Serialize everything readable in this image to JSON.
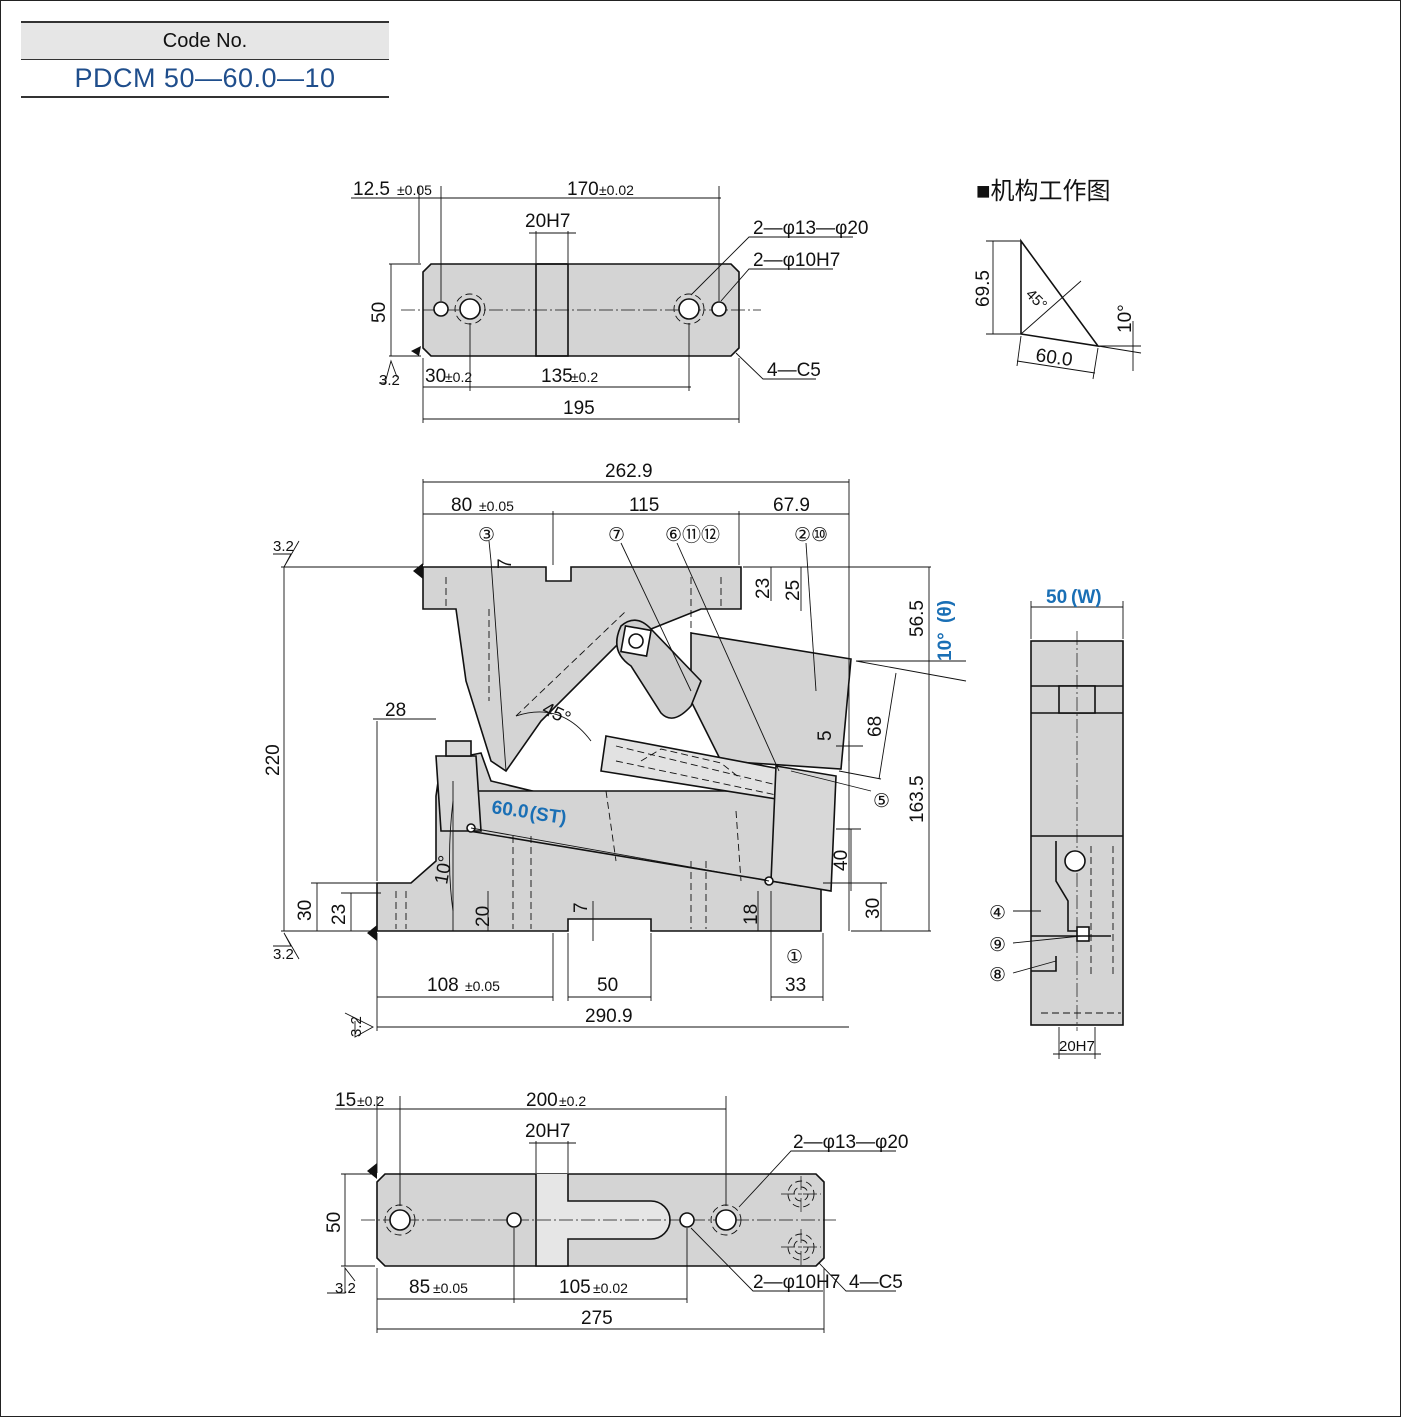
{
  "header": {
    "code_label": "Code No.",
    "code_value": "PDCM 50—60.0—10"
  },
  "mechanism": {
    "title": "■机构工作图",
    "height": "69.5",
    "angle_cam": "45°",
    "angle_slope": "10°",
    "stroke": "60.0"
  },
  "top_view": {
    "d1_val": "12.5",
    "d1_tol": "±0.05",
    "d2_val": "170",
    "d2_tol": "±0.02",
    "fit": "20H7",
    "holes_big": "2—φ13—φ20",
    "holes_small": "2—φ10H7",
    "height": "50",
    "rough": "3.2",
    "d3_val": "30",
    "d3_tol": "±0.2",
    "d4_val": "135",
    "d4_tol": "±0.2",
    "chamfer": "4—C5",
    "length": "195"
  },
  "front_view": {
    "total_top": "262.9",
    "d1_val": "80",
    "d1_tol": "±0.05",
    "d2": "115",
    "d3": "67.9",
    "balloon_3": "③",
    "balloon_7": "⑦",
    "balloon_6_11_12": "⑥⑪⑫",
    "balloon_2_10": "②⑩",
    "balloon_5": "⑤",
    "balloon_1": "①",
    "rough_top": "3.2",
    "rough_bottom": "3.2",
    "rough_left": "3.2",
    "v7_top": "7",
    "v23": "23",
    "v25": "25",
    "v56_5": "56.5",
    "angle_theta": "10°",
    "theta_sym": "(θ)",
    "v28": "28",
    "v45": "45°",
    "v220": "220",
    "v68": "68",
    "v5": "5",
    "stroke_val": "60.0",
    "stroke_sym": "(ST)",
    "v163_5": "163.5",
    "v40": "40",
    "v10": "10°",
    "v30_left": "30",
    "v23_left": "23",
    "v20": "20",
    "v7_bottom": "7",
    "v18": "18",
    "v30_right": "30",
    "d108_val": "108",
    "d108_tol": "±0.05",
    "d50": "50",
    "d33": "33",
    "total_bottom": "290.9"
  },
  "side_view": {
    "width_val": "50",
    "width_sym": "(W)",
    "fit": "20H7",
    "balloon_4": "④",
    "balloon_9": "⑨",
    "balloon_8": "⑧"
  },
  "bottom_view": {
    "d1_val": "15",
    "d1_tol": "±0.2",
    "d2_val": "200",
    "d2_tol": "±0.2",
    "fit": "20H7",
    "holes_big": "2—φ13—φ20",
    "height": "50",
    "rough": "3.2",
    "d3_val": "85",
    "d3_tol": "±0.05",
    "d4_val": "105",
    "d4_tol": "±0.02",
    "holes_small": "2—φ10H7",
    "chamfer": "4—C5",
    "length": "275"
  }
}
